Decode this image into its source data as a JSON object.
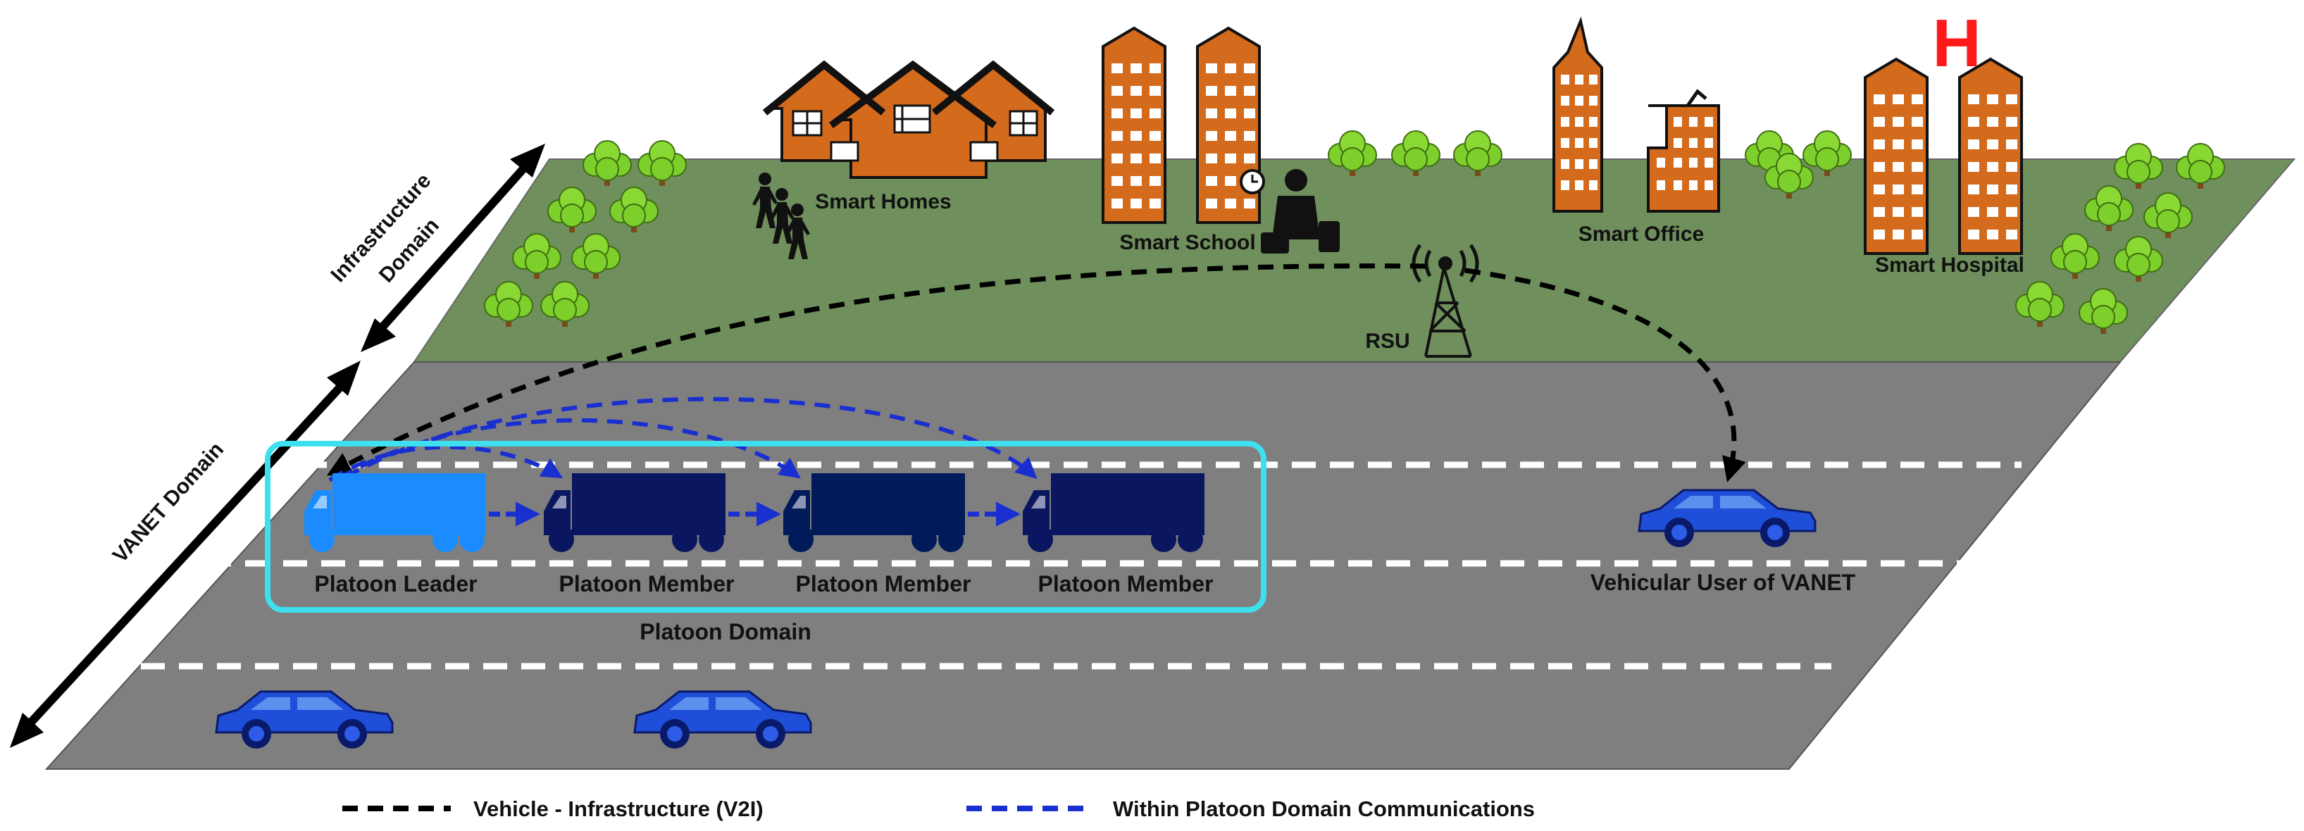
{
  "domains": {
    "infrastructure": "Infrastructure Domain",
    "infrastructure_line1": "Infrastructure",
    "infrastructure_line2": "Domain",
    "vanet": "VANET Domain",
    "platoon": "Platoon Domain"
  },
  "buildings": {
    "homes": "Smart Homes",
    "school": "Smart School",
    "office": "Smart Office",
    "hospital": "Smart Hospital",
    "hospital_sign": "H"
  },
  "rsu": "RSU",
  "platoon": [
    {
      "label": "Platoon Leader",
      "role": "leader"
    },
    {
      "label": "Platoon Member",
      "role": "member"
    },
    {
      "label": "Platoon Member",
      "role": "member"
    },
    {
      "label": "Platoon Member",
      "role": "member"
    }
  ],
  "vanet_user": "Vehicular User of VANET",
  "legend": [
    {
      "label": "Vehicle - Infrastructure (V2I)",
      "color": "#000000"
    },
    {
      "label": "Within Platoon Domain Communications",
      "color": "#1a2fd0"
    }
  ],
  "colors": {
    "grass": "#6f8f5c",
    "road": "#7f7f7f",
    "building": "#d46a1c",
    "leader_truck": "#1a8cff",
    "member_truck": "#0a1660",
    "car": "#1f4fd8",
    "platoon_box": "#3ee0f0"
  }
}
